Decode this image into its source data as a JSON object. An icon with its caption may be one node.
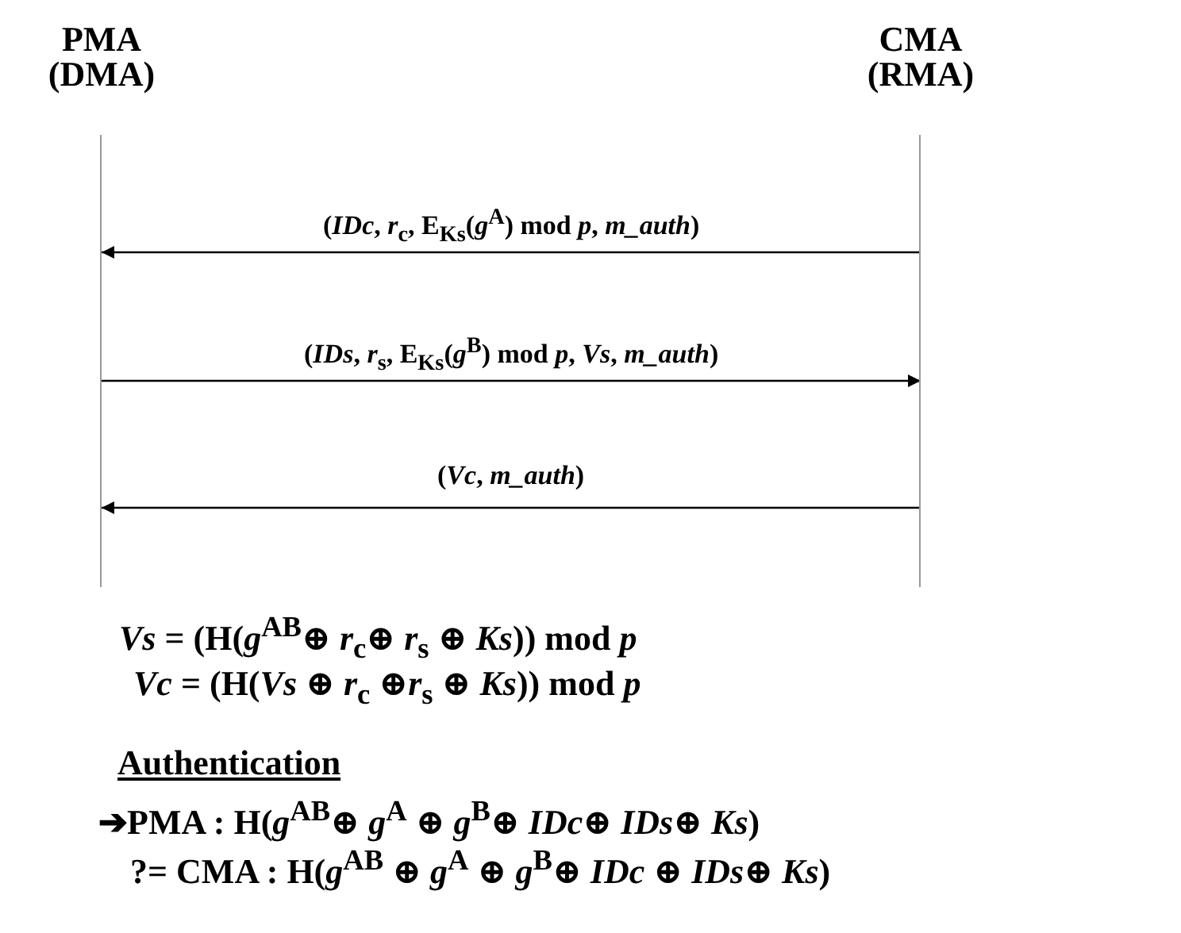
{
  "diagram": {
    "nodes": [
      {
        "text": [
          "PMA (DMA)"
        ]
      },
      {
        "text": [
          "CMA (RMA)"
        ]
      }
    ],
    "edges": [
      {
        "from": 1,
        "to": 0,
        "arrow": "to",
        "label": "(*IDc*, *r*$_{c}$, E$_{Ks}$(*g*$^{A}$) mod *p*, *m_auth*)"
      },
      {
        "from": 0,
        "to": 1,
        "arrow": "to",
        "label": "(*IDs*, *r*$_{s}$, E$_{Ks}$(*g*$^{B}$) mod *p*, *Vs*, *m_auth*)"
      },
      {
        "from": 1,
        "to": 0,
        "arrow": "to",
        "label": "(*Vc*, *m_auth*)"
      }
    ],
    "labels": [
      "*Vs* = (H(*g*$^{AB}$⊕ *r*$_{c}$⊕ *r*$_{s}$ ⊕ *Ks*)) mod *p*",
      "*Vc* = (H(*Vs* ⊕ *r*$_{c}$ ⊕*r*$_{s}$ ⊕ *Ks*)) mod *p*",
      "Authentication",
      "➔PMA : H(*g*$^{AB}$⊕ *g*$^{A}$ ⊕ *g*$^{B}$⊕ *IDc*⊕ *IDs*⊕ *Ks*)",
      "?= CMA : H(*g*$^{AB}$ ⊕ *g*$^{A}$ ⊕ *g*$^{B}$⊕ *IDc* ⊕ *IDs*⊕ *Ks*)"
    ]
  }
}
